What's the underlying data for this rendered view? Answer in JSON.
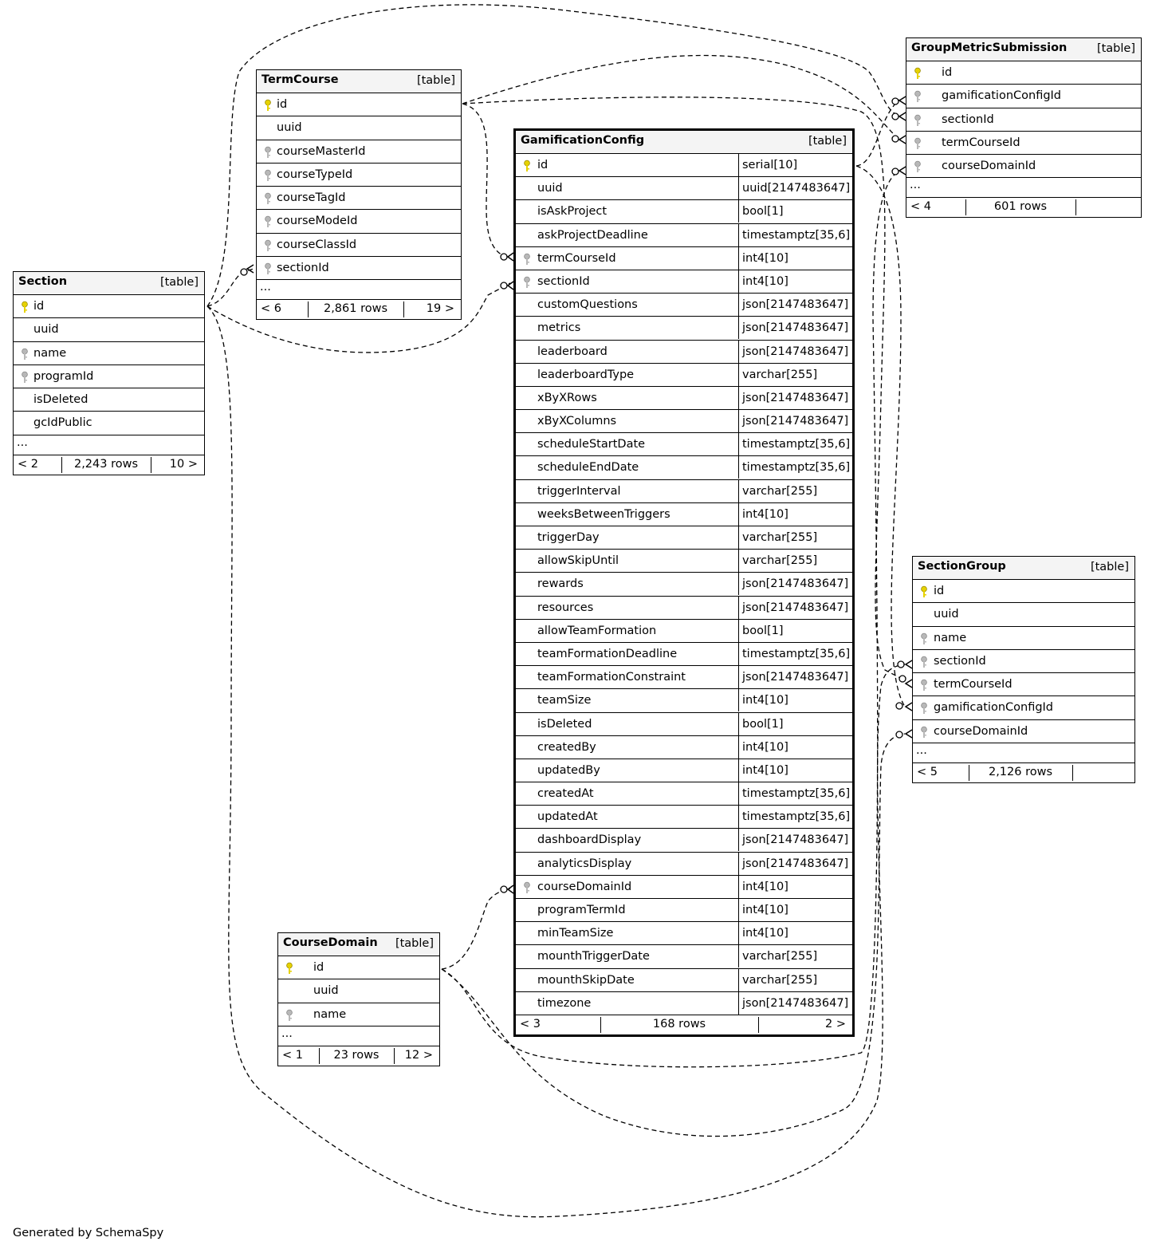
{
  "tables": {
    "section": {
      "name": "Section",
      "type": "[table]",
      "columns": [
        {
          "name": "id",
          "key": "pk"
        },
        {
          "name": "uuid",
          "key": ""
        },
        {
          "name": "name",
          "key": "fk"
        },
        {
          "name": "programId",
          "key": "fk"
        },
        {
          "name": "isDeleted",
          "key": ""
        },
        {
          "name": "gcIdPublic",
          "key": ""
        }
      ],
      "more": "...",
      "footer": {
        "parents": "< 2",
        "rows": "2,243 rows",
        "children": "10 >"
      }
    },
    "termcourse": {
      "name": "TermCourse",
      "type": "[table]",
      "columns": [
        {
          "name": "id",
          "key": "pk"
        },
        {
          "name": "uuid",
          "key": ""
        },
        {
          "name": "courseMasterId",
          "key": "fk"
        },
        {
          "name": "courseTypeId",
          "key": "fk"
        },
        {
          "name": "courseTagId",
          "key": "fk"
        },
        {
          "name": "courseModeId",
          "key": "fk"
        },
        {
          "name": "courseClassId",
          "key": "fk"
        },
        {
          "name": "sectionId",
          "key": "fk"
        }
      ],
      "more": "...",
      "footer": {
        "parents": "< 6",
        "rows": "2,861 rows",
        "children": "19 >"
      }
    },
    "gamification": {
      "name": "GamificationConfig",
      "type": "[table]",
      "columns": [
        {
          "name": "id",
          "type": "serial[10]",
          "key": "pk"
        },
        {
          "name": "uuid",
          "type": "uuid[2147483647]",
          "key": ""
        },
        {
          "name": "isAskProject",
          "type": "bool[1]",
          "key": ""
        },
        {
          "name": "askProjectDeadline",
          "type": "timestamptz[35,6]",
          "key": ""
        },
        {
          "name": "termCourseId",
          "type": "int4[10]",
          "key": "fk"
        },
        {
          "name": "sectionId",
          "type": "int4[10]",
          "key": "fk"
        },
        {
          "name": "customQuestions",
          "type": "json[2147483647]",
          "key": ""
        },
        {
          "name": "metrics",
          "type": "json[2147483647]",
          "key": ""
        },
        {
          "name": "leaderboard",
          "type": "json[2147483647]",
          "key": ""
        },
        {
          "name": "leaderboardType",
          "type": "varchar[255]",
          "key": ""
        },
        {
          "name": "xByXRows",
          "type": "json[2147483647]",
          "key": ""
        },
        {
          "name": "xByXColumns",
          "type": "json[2147483647]",
          "key": ""
        },
        {
          "name": "scheduleStartDate",
          "type": "timestamptz[35,6]",
          "key": ""
        },
        {
          "name": "scheduleEndDate",
          "type": "timestamptz[35,6]",
          "key": ""
        },
        {
          "name": "triggerInterval",
          "type": "varchar[255]",
          "key": ""
        },
        {
          "name": "weeksBetweenTriggers",
          "type": "int4[10]",
          "key": ""
        },
        {
          "name": "triggerDay",
          "type": "varchar[255]",
          "key": ""
        },
        {
          "name": "allowSkipUntil",
          "type": "varchar[255]",
          "key": ""
        },
        {
          "name": "rewards",
          "type": "json[2147483647]",
          "key": ""
        },
        {
          "name": "resources",
          "type": "json[2147483647]",
          "key": ""
        },
        {
          "name": "allowTeamFormation",
          "type": "bool[1]",
          "key": ""
        },
        {
          "name": "teamFormationDeadline",
          "type": "timestamptz[35,6]",
          "key": ""
        },
        {
          "name": "teamFormationConstraint",
          "type": "json[2147483647]",
          "key": ""
        },
        {
          "name": "teamSize",
          "type": "int4[10]",
          "key": ""
        },
        {
          "name": "isDeleted",
          "type": "bool[1]",
          "key": ""
        },
        {
          "name": "createdBy",
          "type": "int4[10]",
          "key": ""
        },
        {
          "name": "updatedBy",
          "type": "int4[10]",
          "key": ""
        },
        {
          "name": "createdAt",
          "type": "timestamptz[35,6]",
          "key": ""
        },
        {
          "name": "updatedAt",
          "type": "timestamptz[35,6]",
          "key": ""
        },
        {
          "name": "dashboardDisplay",
          "type": "json[2147483647]",
          "key": ""
        },
        {
          "name": "analyticsDisplay",
          "type": "json[2147483647]",
          "key": ""
        },
        {
          "name": "courseDomainId",
          "type": "int4[10]",
          "key": "fk"
        },
        {
          "name": "programTermId",
          "type": "int4[10]",
          "key": ""
        },
        {
          "name": "minTeamSize",
          "type": "int4[10]",
          "key": ""
        },
        {
          "name": "mounthTriggerDate",
          "type": "varchar[255]",
          "key": ""
        },
        {
          "name": "mounthSkipDate",
          "type": "varchar[255]",
          "key": ""
        },
        {
          "name": "timezone",
          "type": "json[2147483647]",
          "key": ""
        }
      ],
      "footer": {
        "parents": "< 3",
        "rows": "168 rows",
        "children": "2 >"
      }
    },
    "gms": {
      "name": "GroupMetricSubmission",
      "type": "[table]",
      "columns": [
        {
          "name": "id",
          "key": "pk"
        },
        {
          "name": "gamificationConfigId",
          "key": "fk"
        },
        {
          "name": "sectionId",
          "key": "fk"
        },
        {
          "name": "termCourseId",
          "key": "fk"
        },
        {
          "name": "courseDomainId",
          "key": "fk"
        }
      ],
      "more": "...",
      "footer": {
        "parents": "< 4",
        "rows": "601 rows",
        "children": ""
      }
    },
    "sectiongroup": {
      "name": "SectionGroup",
      "type": "[table]",
      "columns": [
        {
          "name": "id",
          "key": "pk"
        },
        {
          "name": "uuid",
          "key": ""
        },
        {
          "name": "name",
          "key": "fk"
        },
        {
          "name": "sectionId",
          "key": "fk"
        },
        {
          "name": "termCourseId",
          "key": "fk"
        },
        {
          "name": "gamificationConfigId",
          "key": "fk"
        },
        {
          "name": "courseDomainId",
          "key": "fk"
        }
      ],
      "more": "...",
      "footer": {
        "parents": "< 5",
        "rows": "2,126 rows",
        "children": ""
      }
    },
    "coursedomain": {
      "name": "CourseDomain",
      "type": "[table]",
      "columns": [
        {
          "name": "id",
          "key": "pk"
        },
        {
          "name": "uuid",
          "key": ""
        },
        {
          "name": "name",
          "key": "fk"
        }
      ],
      "more": "...",
      "footer": {
        "parents": "< 1",
        "rows": "23 rows",
        "children": "12 >"
      }
    }
  },
  "icons": {
    "pk": "primary-key-icon",
    "fk": "foreign-key-icon"
  },
  "colors": {
    "pk": "#e6d200",
    "fk": "#b8b8b8",
    "header": "#f4f4f4"
  },
  "credit": "Generated by SchemaSpy"
}
